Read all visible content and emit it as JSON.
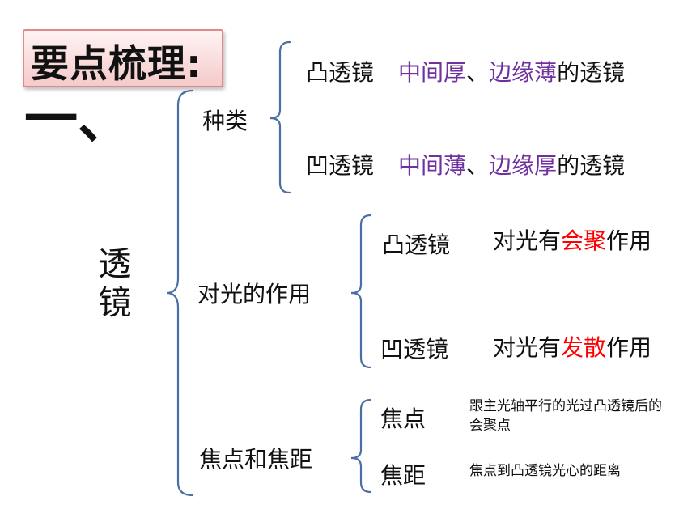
{
  "header": {
    "title": "要点梳理:",
    "section_number": "一、"
  },
  "topic": "透镜",
  "categories": [
    {
      "label": "种类",
      "items": [
        {
          "name": "凸透镜",
          "desc_1": "中间厚",
          "sep": "、",
          "desc_2": "边缘薄",
          "suffix": "的透镜"
        },
        {
          "name": "凹透镜",
          "desc_1": "中间薄",
          "sep": "、",
          "desc_2": "边缘厚",
          "suffix": "的透镜"
        }
      ]
    },
    {
      "label": "对光的作用",
      "items": [
        {
          "name": "凸透镜",
          "prefix": "对光有",
          "effect": "会聚",
          "suffix": "作用"
        },
        {
          "name": "凹透镜",
          "prefix": "对光有",
          "effect": "发散",
          "suffix": "作用"
        }
      ]
    },
    {
      "label": "焦点和焦距",
      "items": [
        {
          "name": "焦点",
          "definition": "跟主光轴平行的光过凸透镜后的会聚点"
        },
        {
          "name": "焦距",
          "definition": "焦点到凸透镜光心的距离"
        }
      ]
    }
  ],
  "colors": {
    "bracket": "#4a6fa5",
    "highlight_purple": "#7030a0",
    "highlight_red": "#ff0000",
    "title_bg": "#f5caca"
  }
}
